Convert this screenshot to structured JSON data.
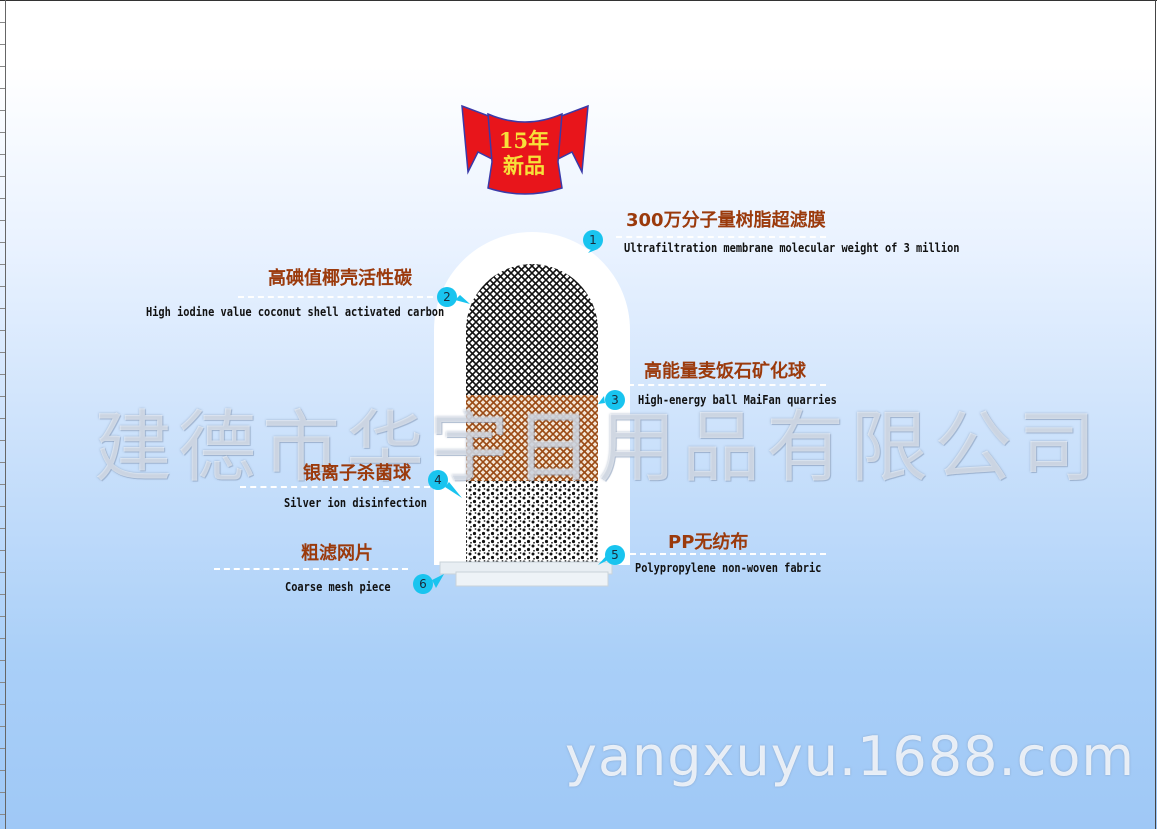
{
  "badge": {
    "line1": "15年",
    "line2": "新品",
    "ribbon_color": "#e8151b",
    "text_color": "#f7e13a"
  },
  "layers": [
    {
      "number": "1",
      "cn": "300万分子量树脂超滤膜",
      "en": "Ultrafiltration membrane molecular weight of 3 million"
    },
    {
      "number": "2",
      "cn": "高碘值椰壳活性碳",
      "en": "High iodine value coconut shell activated carbon"
    },
    {
      "number": "3",
      "cn": "高能量麦饭石矿化球",
      "en": "High-energy ball MaiFan quarries"
    },
    {
      "number": "4",
      "cn": "银离子杀菌球",
      "en": "Silver ion disinfection"
    },
    {
      "number": "5",
      "cn": "PP无纺布",
      "en": "Polypropylene non-woven fabric"
    },
    {
      "number": "6",
      "cn": "粗滤网片",
      "en": "Coarse mesh piece"
    }
  ],
  "watermark": "建德市华宇日用品有限公司",
  "site_watermark": "yangxuyu.1688.com",
  "colors": {
    "label_cn": "#9b3a0c",
    "bubble": "#19c4ef",
    "carbon": "#1a1a1a",
    "maifan": "#9a4a14"
  }
}
